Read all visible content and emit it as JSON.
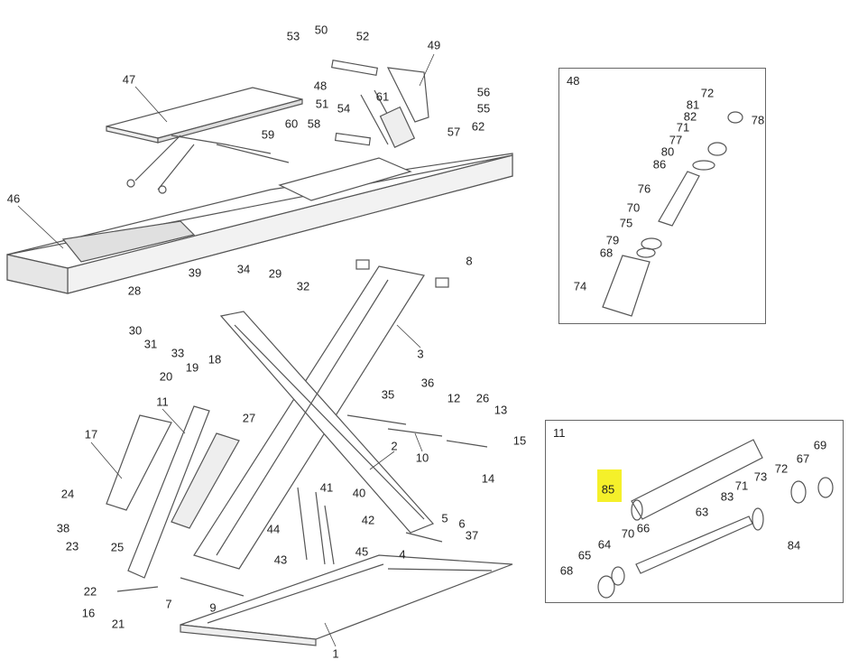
{
  "main_callouts": [
    "53",
    "50",
    "52",
    "49",
    "47",
    "48",
    "56",
    "51",
    "61",
    "54",
    "60",
    "58",
    "55",
    "62",
    "57",
    "59",
    "46",
    "39",
    "34",
    "29",
    "32",
    "28",
    "30",
    "31",
    "33",
    "8",
    "3",
    "19",
    "18",
    "20",
    "11",
    "27",
    "17",
    "36",
    "35",
    "12",
    "26",
    "13",
    "15",
    "14",
    "10",
    "2",
    "24",
    "38",
    "23",
    "25",
    "41",
    "40",
    "44",
    "42",
    "43",
    "45",
    "5",
    "6",
    "37",
    "4",
    "22",
    "16",
    "21",
    "7",
    "9",
    "1"
  ],
  "detail_48": {
    "title": "48",
    "callouts": [
      "72",
      "81",
      "82",
      "71",
      "77",
      "80",
      "86",
      "78",
      "76",
      "70",
      "75",
      "79",
      "68",
      "74"
    ]
  },
  "detail_11": {
    "title": "11",
    "highlighted_callout": "85",
    "callouts": [
      "69",
      "67",
      "72",
      "73",
      "71",
      "83",
      "63",
      "66",
      "70",
      "64",
      "84",
      "65",
      "68"
    ]
  },
  "colors": {
    "highlight": "#f5f02a",
    "line": "#555555",
    "panel_border": "#666666"
  }
}
